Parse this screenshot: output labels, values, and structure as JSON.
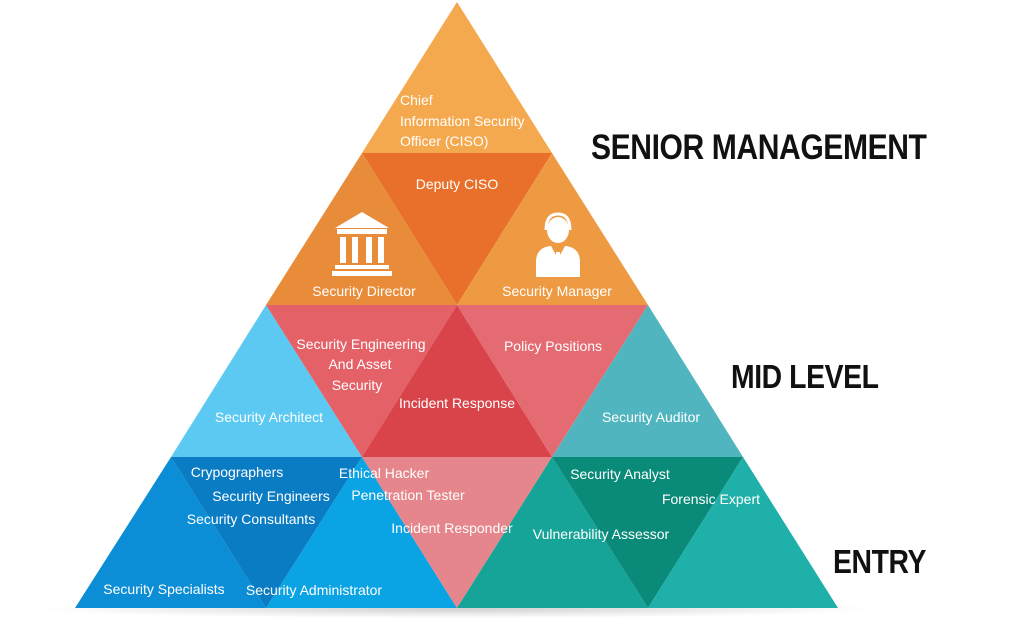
{
  "tiers": {
    "senior": "SENIOR MANAGEMENT",
    "mid": "MID LEVEL",
    "entry": "ENTRY"
  },
  "roles": {
    "ciso_line1": "Chief",
    "ciso_line2": "Information Security",
    "ciso_line3": "Officer (CISO)",
    "deputy_ciso": "Deputy CISO",
    "security_director": "Security Director",
    "security_manager": "Security Manager",
    "sec_eng_line1": "Security Engineering",
    "sec_eng_line2": "And Asset",
    "sec_eng_line3": "Security",
    "policy_positions": "Policy Positions",
    "incident_response": "Incident Response",
    "security_architect": "Security Architect",
    "security_auditor": "Security Auditor",
    "cryptographers": "Crypographers",
    "security_engineers": "Security Engineers",
    "security_consultants": "Security Consultants",
    "ethical_hacker": "Ethical Hacker",
    "penetration_tester": "Penetration Tester",
    "incident_responder": "Incident Responder",
    "security_analyst": "Security Analyst",
    "forensic_expert": "Forensic Expert",
    "vulnerability_assessor": "Vulnerability Assessor",
    "security_specialists": "Security Specialists",
    "security_administrator": "Security Administrator"
  },
  "colors": {
    "ciso": "#F5A94E",
    "deputy_ciso": "#E8702A",
    "director": "#E98C39",
    "manager": "#EE9A43",
    "sec_engineering": "#E46168",
    "policy": "#E46B72",
    "incident_response": "#D9434A",
    "architect": "#5BC9F1",
    "auditor": "#51B5BF",
    "entry_left": "#0C8ED6",
    "entry_left_mid": "#0A7CC3",
    "entry_right_blue": "#0AA3E4",
    "incident_responder": "#E4868B",
    "entry_teal": "#15A497",
    "entry_teal_dark": "#0A8B79",
    "entry_teal_right": "#1FB1A9"
  },
  "icons": [
    "bank-icon",
    "manager-icon"
  ]
}
